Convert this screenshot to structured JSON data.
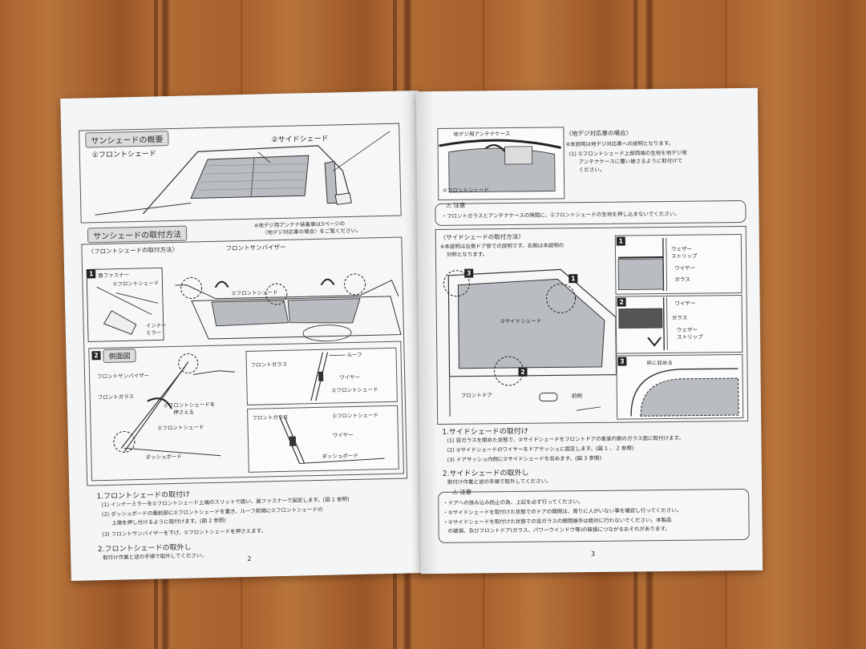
{
  "left": {
    "section_overview": "サンシェードの概要",
    "label_front_shade": "①フロントシェード",
    "label_side_shade": "②サイドシェード",
    "section_install": "サンシェードの取付方法",
    "antenna_note": [
      "※地デジ用アンテナ装着車は3ページの",
      "〈地デジ対応車の場合〉をご覧ください。"
    ],
    "sub_front_install": "〈フロントシェードの取付方法〉",
    "front_sun_visor": "フロントサンバイザー",
    "fig1": {
      "number": "1",
      "fastener": "面ファスナー",
      "front_shade": "①フロントシェード",
      "inner_mirror": [
        "インナー",
        "ミラー"
      ],
      "windshield_shade": "①フロントシェード"
    },
    "fig2": {
      "number": "2",
      "title": "側面図",
      "front_sun_visor": "フロントサンバイザー",
      "front_glass": "フロントガラス",
      "press_shade": [
        "①フロントシェードを",
        "押さえる"
      ],
      "front_shade": "①フロントシェード",
      "dashboard": "ダッシュボード",
      "inset1": {
        "front_glass": "フロントガラス",
        "roof": "ルーフ",
        "wire": "ワイヤー",
        "front_shade": "①フロントシェード"
      },
      "inset2": {
        "front_glass": "フロントガラス",
        "front_shade": "①フロントシェード",
        "wire": "ワイヤー",
        "dashboard": "ダッシュボード"
      }
    },
    "step1_title": "1.フロントシェードの取付け",
    "step1_lines": [
      "(1) インナーミラーを①フロントシェード上端のスリットで囲い、面ファスナーで固定します。(図 1 参照)",
      "(2) ダッシュボードの最前部に①フロントシェードを置き、ルーフ前端に①フロントシェードの",
      "上端を押し付けるように取付けます。(図 2 参照)",
      "(3) フロントサンバイザーを下げ、①フロントシェードを押さえます。"
    ],
    "step2_title": "2.フロントシェードの取外し",
    "step2_line": "取付け作業と逆の手順で取外してください。",
    "page_number": "2"
  },
  "right": {
    "antenna_case": "地デジ用アンテナケース",
    "front_shade": "①フロントシェード",
    "digital_title": "〈地デジ対応車の場合〉",
    "digital_lines": [
      "※本説明は地デジ対応車への説明となります。",
      "(1) ①フロントシェード上部両端の生地を地デジ用",
      "アンテナケースに覆い被さるように取付けて",
      "ください。"
    ],
    "caution_title": "注意",
    "caution1_line": "・フロントガラスとアンテナケースの隙間に、①フロントシェードの生地を押し込まないでください。",
    "side_title": "〈サイドシェードの取付方法〉",
    "side_note": [
      "※本説明は左側ドア部での説明です。右側は本説明の",
      "対称となります。"
    ],
    "side_shade": "②サイドシェード",
    "front_door": "フロントドア",
    "front_side": "前側",
    "marker_numbers": [
      "3",
      "1",
      "2"
    ],
    "fig1": {
      "number": "1",
      "weatherstrip": [
        "ウェザー",
        "ストリップ"
      ],
      "wire": "ワイヤー",
      "glass": "ガラス"
    },
    "fig2": {
      "number": "2",
      "wire": "ワイヤー",
      "glass": "ガラス",
      "weatherstrip": [
        "ウェザー",
        "ストリップ"
      ]
    },
    "fig3": {
      "number": "3",
      "fit": "枠に収める"
    },
    "step1_title": "1.サイドシェードの取付け",
    "step1_lines": [
      "(1) 窓ガラスを閉めた状態で、②サイドシェードをフロントドアの車室内側のガラス面に取付けます。",
      "(2) ②サイドシェードのワイヤーをドアサッシュに固定します。(図 1 、 2 参照)",
      "(3) ドアサッシュ内側に②サイドシェードを収めます。(図 3 参照)"
    ],
    "step2_title": "2.サイドシェードの取外し",
    "step2_line": "取付け作業と逆の手順で取外してください。",
    "caution2_title": "注意",
    "caution2_lines": [
      "・ドアへの挟み込み防止の為、上記を必ず行ってください。",
      "・②サイドシェードを取付けた状態でのドアの開閉は、周りに人がいない事を確認し行ってください。",
      "・②サイドシェードを取付けた状態での窓ガラスの開閉操作は絶対に行わないでください。本製品",
      "の破損、及びフロントドア(ガラス、パワーウインドウ等)の破損につながるおそれがあります。"
    ],
    "page_number": "3"
  }
}
